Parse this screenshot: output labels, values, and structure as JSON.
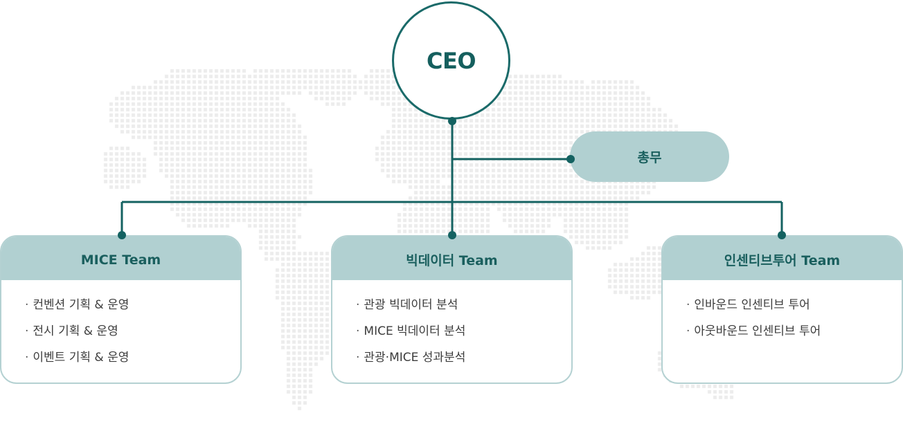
{
  "ceo": {
    "label": "CEO"
  },
  "admin": {
    "label": "총무"
  },
  "teams": [
    {
      "title": "MICE Team",
      "items": [
        "컨벤션 기획 & 운영",
        "전시 기획 & 운영",
        "이벤트 기획 & 운영"
      ]
    },
    {
      "title": "빅데이터 Team",
      "items": [
        "관광 빅데이터 분석",
        "MICE 빅데이터 분석",
        "관광·MICE 성과분석"
      ]
    },
    {
      "title": "인센티브투어 Team",
      "items": [
        "인바운드 인센티브 투어",
        "아웃바운드 인센티브 투어"
      ]
    }
  ],
  "colors": {
    "primary": "#146261",
    "box_fill": "#b1d0d1",
    "box_border": "#b4d1d2",
    "map_dots": "#ececec"
  },
  "bullet": "·"
}
